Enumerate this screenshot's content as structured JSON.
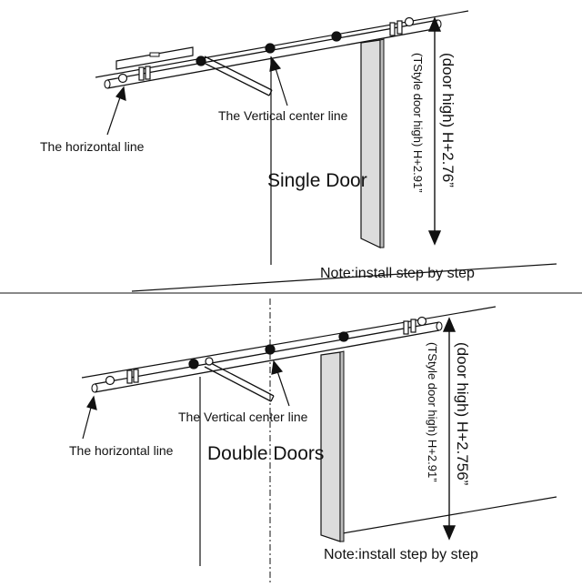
{
  "colors": {
    "line": "#111111",
    "door": "#dcdcdc",
    "background": "#ffffff"
  },
  "top_panel": {
    "title": "Single Door",
    "horizontal_label": "The horizontal line",
    "vertical_label": "The Vertical center line",
    "height_label": "(door high) H+2.76”",
    "height_sublabel": "(TStyle door high) H+2.91”",
    "note": "Note:install step by step"
  },
  "bottom_panel": {
    "title": "Double Doors",
    "horizontal_label": "The horizontal line",
    "vertical_label": "The Vertical center line",
    "height_label": "(door high) H+2.756”",
    "height_sublabel": "(TStyle door high) H+2.91”",
    "note": "Note:install step by step"
  }
}
